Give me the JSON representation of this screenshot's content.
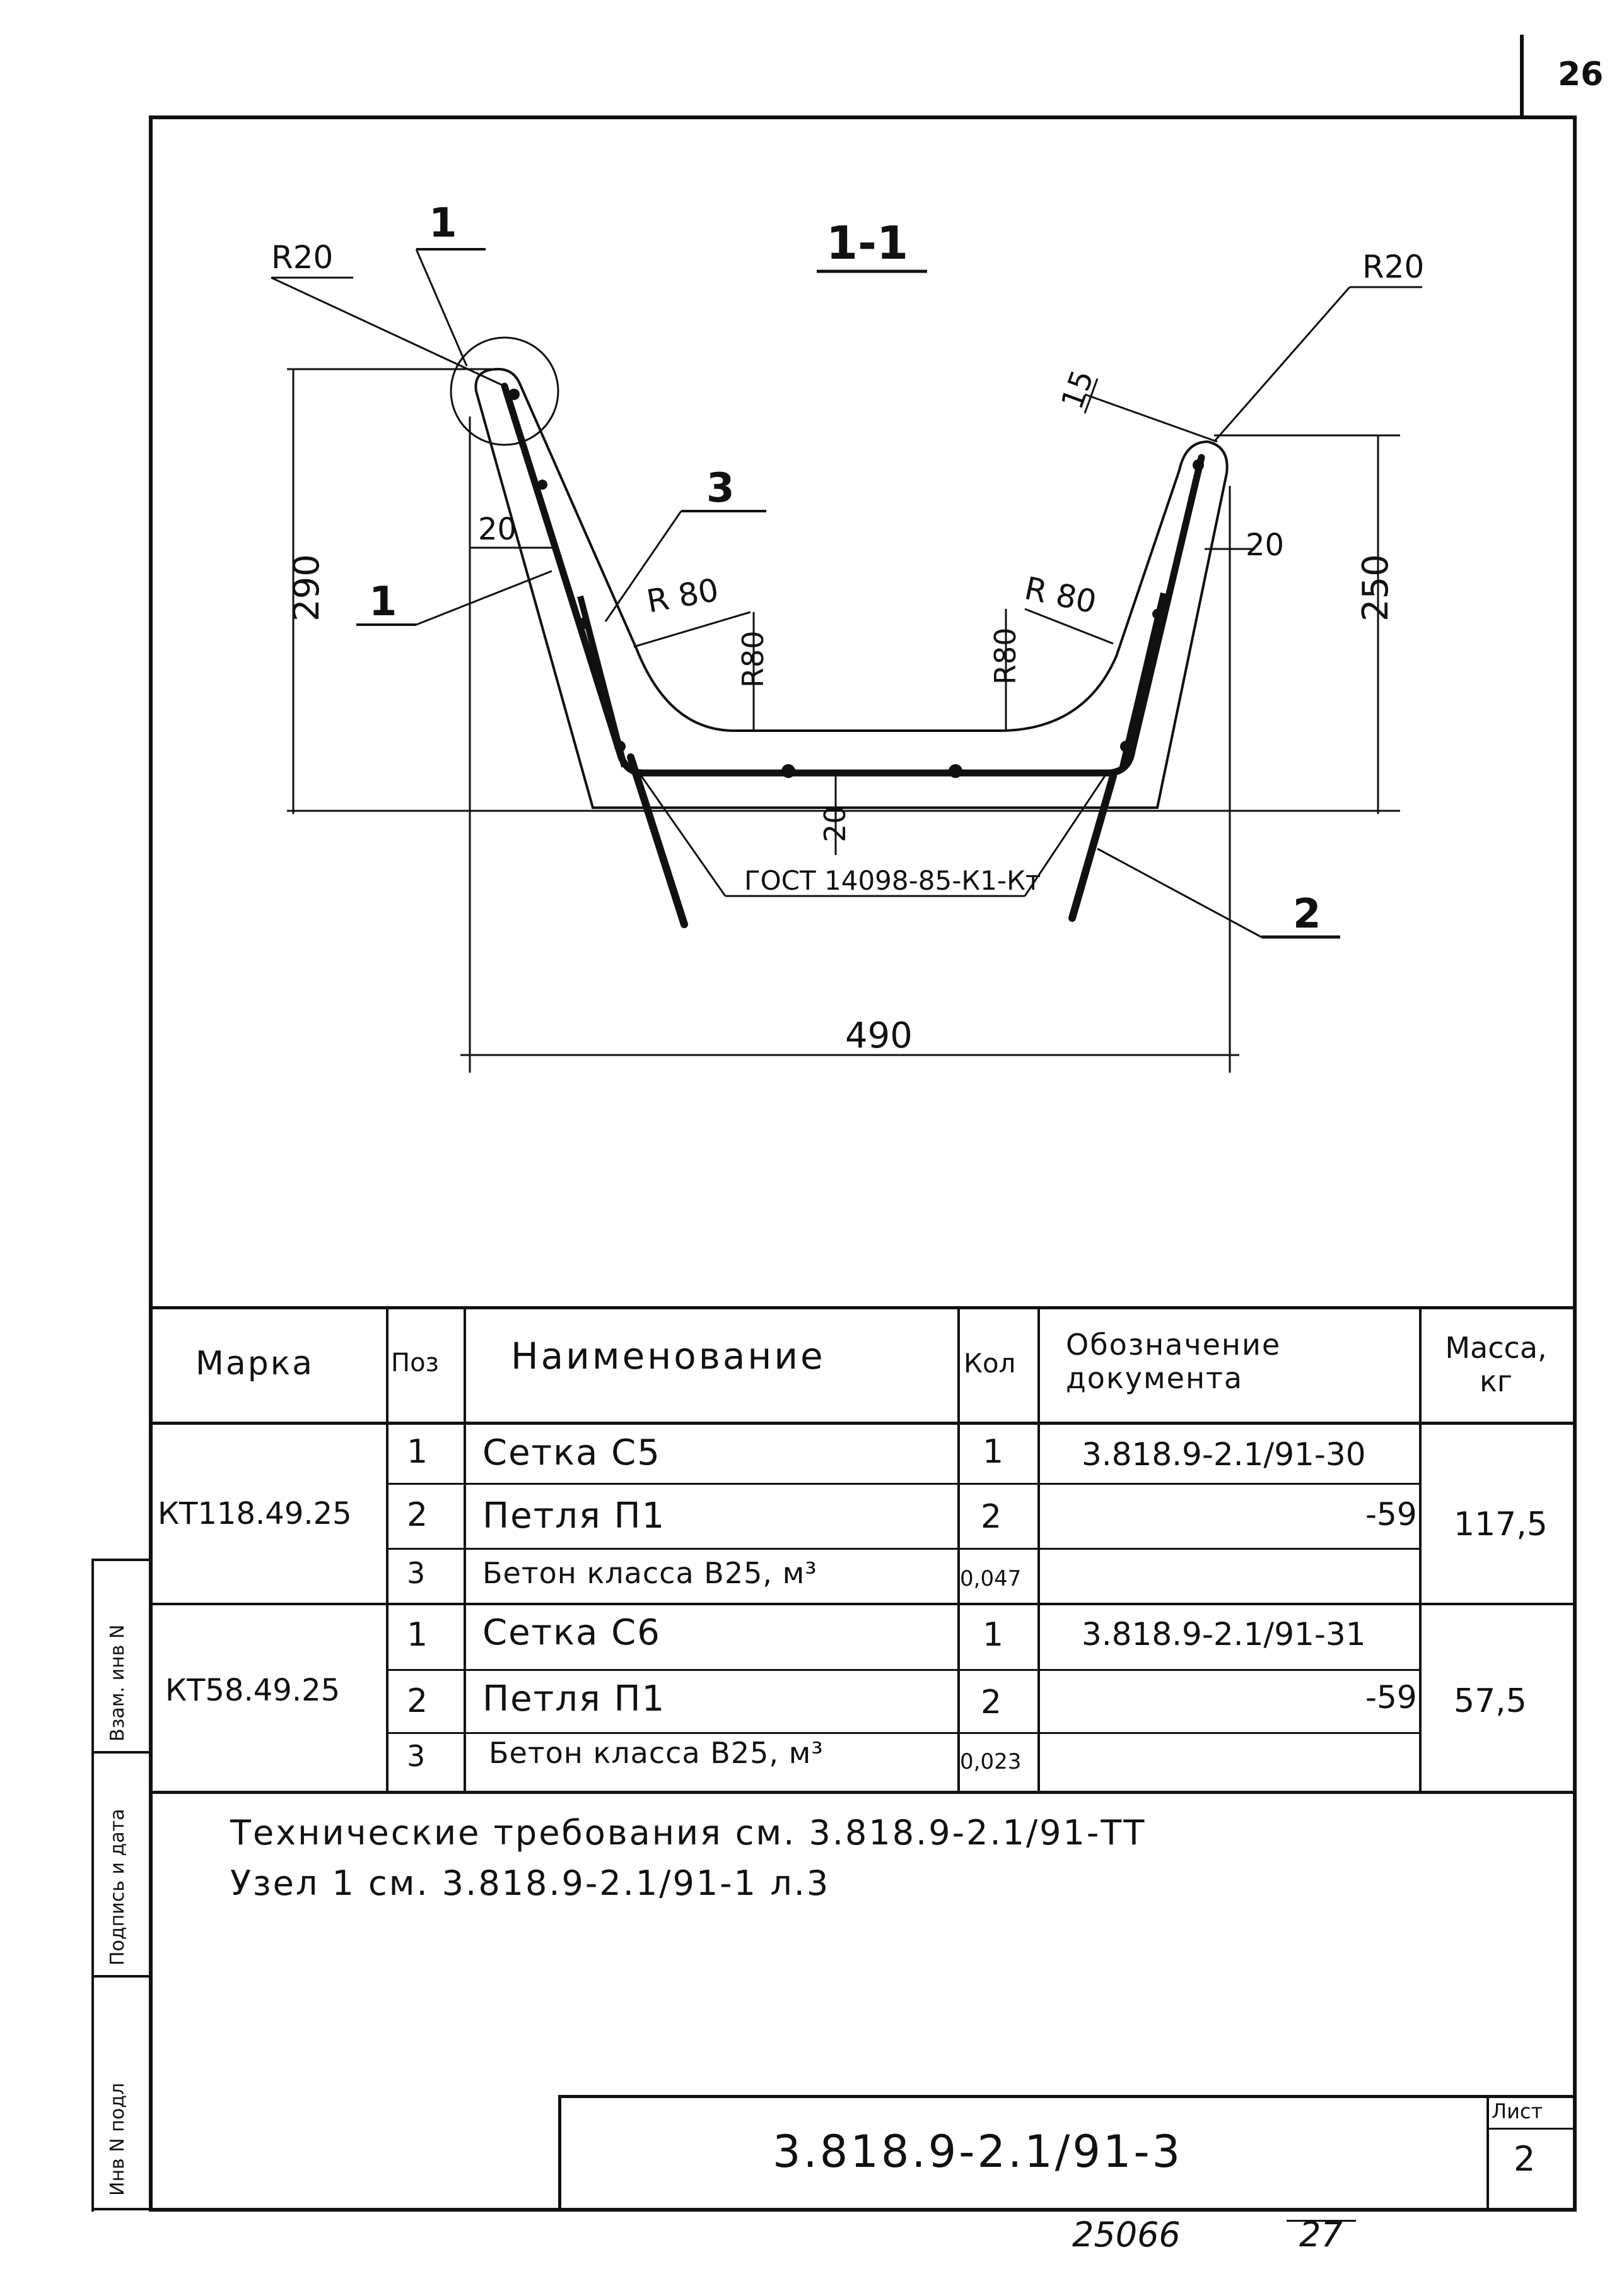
{
  "sheet_number_top": "26",
  "section_label": "1-1",
  "drawing": {
    "callouts": [
      "1",
      "1",
      "3",
      "2"
    ],
    "radius_labels": {
      "r20_left": "R20",
      "r20_right": "R20",
      "r80_a": "R 80",
      "r80_b": "R 80",
      "r80_c": "R80",
      "r80_d": "R80"
    },
    "dimensions": {
      "height_left": "290",
      "height_right": "250",
      "width_bottom": "490",
      "dim_15": "15",
      "dim_20_left": "20",
      "dim_20_right": "20",
      "dim_20_bottom": "20"
    },
    "weld_note": "ГОСТ 14098-85-К1-Кт"
  },
  "table": {
    "headers": {
      "mark": "Марка",
      "pos": "Поз",
      "name": "Наименование",
      "qty": "Кол",
      "doc": "Обозначение документа",
      "mass": "Масса, кг"
    },
    "groups": [
      {
        "mark": "КТ118.49.25",
        "mass": "117,5",
        "rows": [
          {
            "pos": "1",
            "name": "Сетка С5",
            "qty": "1",
            "doc": "3.818.9-2.1/91-30"
          },
          {
            "pos": "2",
            "name": "Петля П1",
            "qty": "2",
            "doc": "-59"
          },
          {
            "pos": "3",
            "name": "Бетон класса В25, м³",
            "qty": "0,047",
            "doc": ""
          }
        ]
      },
      {
        "mark": "КТ58.49.25",
        "mass": "57,5",
        "rows": [
          {
            "pos": "1",
            "name": "Сетка С6",
            "qty": "1",
            "doc": "3.818.9-2.1/91-31"
          },
          {
            "pos": "2",
            "name": "Петля П1",
            "qty": "2",
            "doc": "-59"
          },
          {
            "pos": "3",
            "name": "Бетон класса В25, м³",
            "qty": "0,023",
            "doc": ""
          }
        ]
      }
    ]
  },
  "notes": [
    "Технические требования см. 3.818.9-2.1/91-ТТ",
    "Узел 1 см. 3.818.9-2.1/91-1 л.3"
  ],
  "side_stamp": {
    "inv_original": "Инв N подл",
    "signature_date": "Подпись и дата",
    "replace_inv": "Взам. инв N"
  },
  "title_block": {
    "doc_code": "3.818.9-2.1/91-3",
    "sheet_label": "Лист",
    "sheet_value": "2"
  },
  "footer": {
    "archive_number": "25066",
    "page_number": "27"
  }
}
